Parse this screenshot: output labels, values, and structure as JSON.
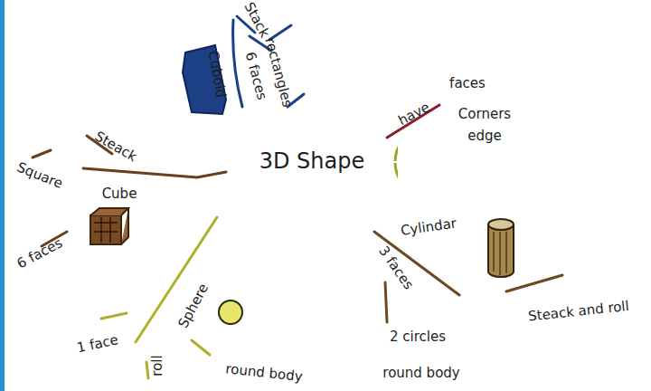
{
  "diagram": {
    "nodes": [
      {
        "text": [
          "3D Shape"
        ]
      }
    ],
    "labels": [
      "Stack",
      "Cuboid",
      "6 faces",
      "rectangles",
      "have",
      "faces",
      "Corners",
      "edge",
      "Steack",
      "Square",
      "Cube",
      "6 faces",
      "Cylindar",
      "3 faces",
      "2 circles",
      "round body",
      "Steack and roll",
      "Sphere",
      "1 face",
      "roll",
      "round body"
    ]
  }
}
